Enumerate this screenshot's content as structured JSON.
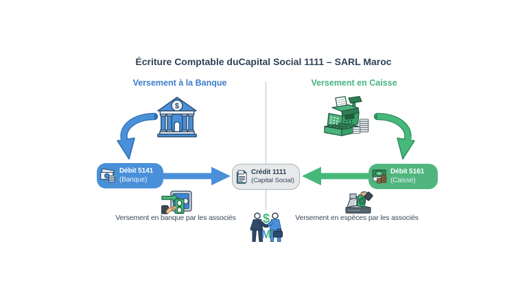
{
  "title": "Écriture Comptable duCapital Social 1111 – SARL Maroc",
  "left_section": {
    "heading": "Versement à la Banque",
    "box_title": "Débit 5141",
    "box_subtitle": "(Banque)",
    "caption": "Versement en banque par les associés"
  },
  "center_section": {
    "box_title": "Crédit 1111",
    "box_subtitle": "(Capital Social)",
    "document_label": "1111"
  },
  "right_section": {
    "heading": "Versement en Caisse",
    "box_title": "Débit 5161",
    "box_subtitle": "(Caisse)",
    "caption": "Versement en espèces par les associés"
  },
  "logo": {
    "dollar_sign": "$",
    "letter": "M"
  },
  "bank_icon": {
    "dollar_sign": "$"
  },
  "colors": {
    "title_navy": "#2e4156",
    "blue": "#4a90d9",
    "blue_dark": "#2d6cb0",
    "green": "#45b87a",
    "green_dark": "#2f8f5f",
    "gray_box_fill": "#e7e9ea",
    "gray_box_border": "#aab2b9",
    "caption_text": "#3b4757",
    "divider": "#b9c3cb"
  }
}
